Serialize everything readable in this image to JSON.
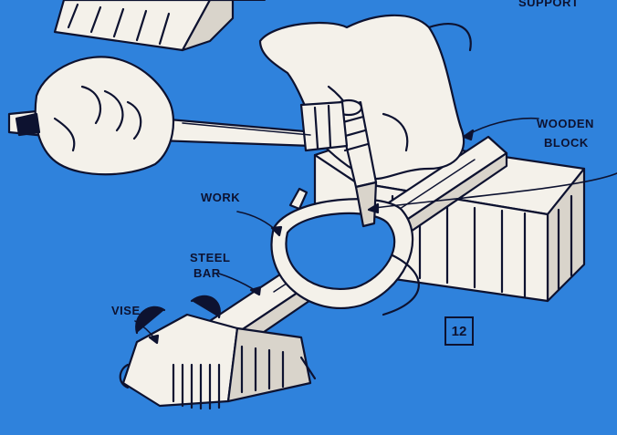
{
  "labels": {
    "support": "SUPPORT",
    "wooden": "WOODEN",
    "block": "BLOCK",
    "work": "WORK",
    "steel": "STEEL",
    "bar": "BAR",
    "vise": "VISE"
  },
  "figure_number": "12",
  "colors": {
    "background": "#2f82dc",
    "ink": "#0d1230",
    "paper": "#f4f1ea",
    "wood_shade": "#d9d4cb"
  }
}
